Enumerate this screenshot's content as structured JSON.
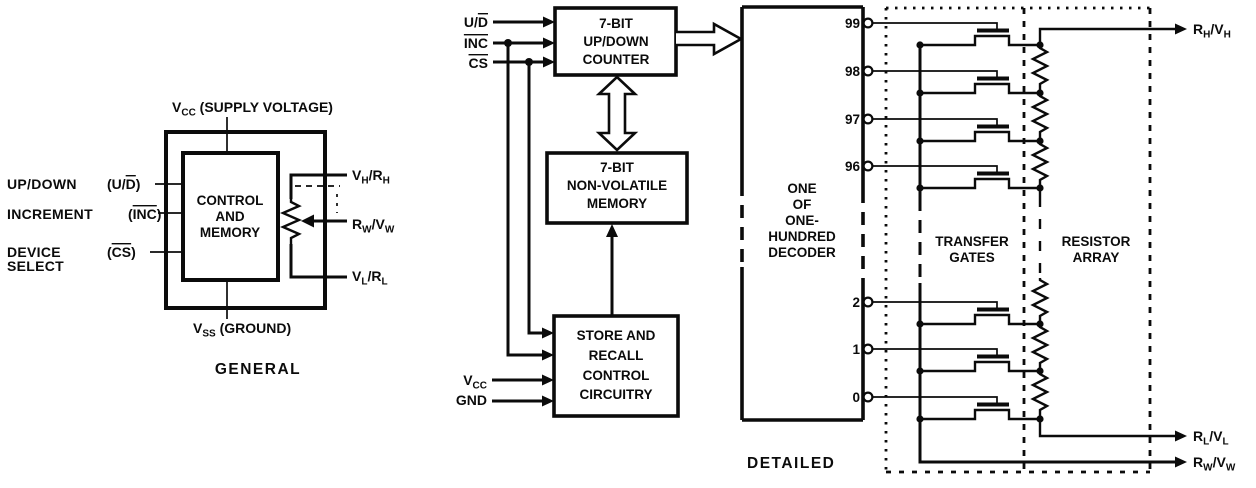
{
  "colors": {
    "ink": "#0b0b0b",
    "background": "#ffffff"
  },
  "general": {
    "caption": "GENERAL",
    "supply": {
      "base": "V",
      "sub": "CC",
      "suffix": " (SUPPLY VOLTAGE)"
    },
    "ground": {
      "base": "V",
      "sub": "SS",
      "suffix": " (GROUND)"
    },
    "block": {
      "line1": "CONTROL",
      "line2": "AND",
      "line3": "MEMORY"
    },
    "pins": {
      "updown": {
        "name": "UP/DOWN",
        "pre": "(U/",
        "bar": "D",
        "post": ")"
      },
      "increment": {
        "name": "INCREMENT",
        "pre": "(",
        "bar": "INC",
        "post": ")"
      },
      "device_select": {
        "name1": "DEVICE",
        "name2": "SELECT",
        "pre": "(",
        "bar": "CS",
        "post": ")"
      }
    },
    "terminals": {
      "vh": {
        "a": "V",
        "asub": "H",
        "b": "/R",
        "bsub": "H"
      },
      "rw": {
        "a": "R",
        "asub": "W",
        "b": "/V",
        "bsub": "W"
      },
      "vl": {
        "a": "V",
        "asub": "L",
        "b": "/R",
        "bsub": "L"
      }
    }
  },
  "detailed": {
    "caption": "DETAILED",
    "inputs": {
      "ud": {
        "pre": "U/",
        "bar": "D"
      },
      "inc": {
        "bar": "INC"
      },
      "cs": {
        "bar": "CS"
      },
      "vcc": {
        "base": "V",
        "sub": "CC"
      },
      "gnd": "GND"
    },
    "counter": {
      "line1": "7-BIT",
      "line2": "UP/DOWN",
      "line3": "COUNTER"
    },
    "memory": {
      "line1": "7-BIT",
      "line2": "NON-VOLATILE",
      "line3": "MEMORY"
    },
    "store": {
      "line1": "STORE AND",
      "line2": "RECALL",
      "line3": "CONTROL",
      "line4": "CIRCUITRY"
    },
    "decoder": {
      "line1": "ONE",
      "line2": "OF",
      "line3": "ONE-",
      "line4": "HUNDRED",
      "line5": "DECODER"
    },
    "taps": {
      "t99": "99",
      "t98": "98",
      "t97": "97",
      "t96": "96",
      "t2": "2",
      "t1": "1",
      "t0": "0"
    },
    "regions": {
      "transfer": {
        "line1": "TRANSFER",
        "line2": "GATES"
      },
      "resistor": {
        "line1": "RESISTOR",
        "line2": "ARRAY"
      }
    },
    "outputs": {
      "rh": {
        "a": "R",
        "asub": "H",
        "b": "/V",
        "bsub": "H"
      },
      "rl": {
        "a": "R",
        "asub": "L",
        "b": "/V",
        "bsub": "L"
      },
      "rw": {
        "a": "R",
        "asub": "W",
        "b": "/V",
        "bsub": "W"
      }
    }
  }
}
